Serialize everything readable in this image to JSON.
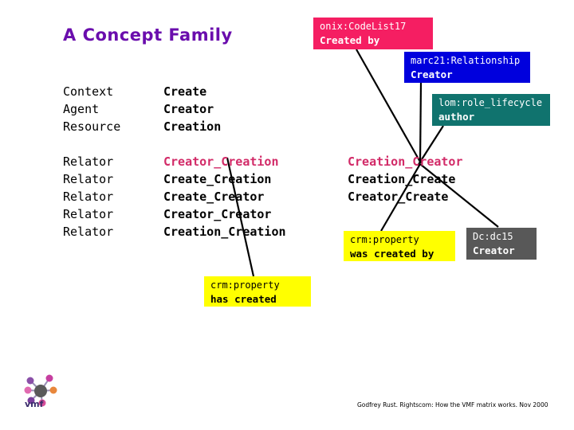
{
  "slide": {
    "title": "A Concept Family",
    "background_color": "#ffffff",
    "title_color": "#6A0DAD",
    "accent_pink": "#D22B68"
  },
  "matrix": {
    "group_a": {
      "labels": [
        "Context",
        "Agent",
        "Resource"
      ],
      "values": [
        "Create",
        "Creator",
        "Creation"
      ]
    },
    "group_b": {
      "labels": [
        "Relator",
        "Relator",
        "Relator",
        "Relator",
        "Relator"
      ],
      "values": [
        "Creator_Creation",
        "Create_Creation",
        "Create_Creator",
        "Creator_Creator",
        "Creation_Creation"
      ],
      "highlighted_index": 0
    },
    "group_c": {
      "values": [
        "Creation_Creator",
        "Creation_Create",
        "Creator_Create"
      ],
      "highlighted_index": 0
    }
  },
  "callouts": [
    {
      "id": "onix",
      "namespace": "onix:CodeList17",
      "term": "Created by",
      "background": "#F51E62",
      "text_color": "#ffffff"
    },
    {
      "id": "marc21",
      "namespace": "marc21:Relationship",
      "term": "Creator",
      "background": "#0000DD",
      "text_color": "#ffffff"
    },
    {
      "id": "lom",
      "namespace": "lom:role_lifecycle",
      "term": "author",
      "background": "#10736E",
      "text_color": "#ffffff"
    },
    {
      "id": "crm-was-created-by",
      "namespace": "crm:property",
      "term": "was created by",
      "background": "#FFFF00",
      "text_color": "#000000"
    },
    {
      "id": "dc",
      "namespace": "Dc:dc15",
      "term": "Creator",
      "background": "#585858",
      "text_color": "#ffffff"
    },
    {
      "id": "crm-has-created",
      "namespace": "crm:property",
      "term": "has created",
      "background": "#FFFF00",
      "text_color": "#000000"
    }
  ],
  "logo": {
    "label": "vmf",
    "node_colors": [
      "#8A4FA8",
      "#C63FA0",
      "#E06AB0",
      "#E8873C",
      "#D94F9B",
      "#7A3E9D",
      "#F0A35C"
    ],
    "hub_color": "#5A5A5A"
  },
  "footer": {
    "credit": "Godfrey Rust. Rightscom: How the VMF matrix works. Nov 2000"
  }
}
